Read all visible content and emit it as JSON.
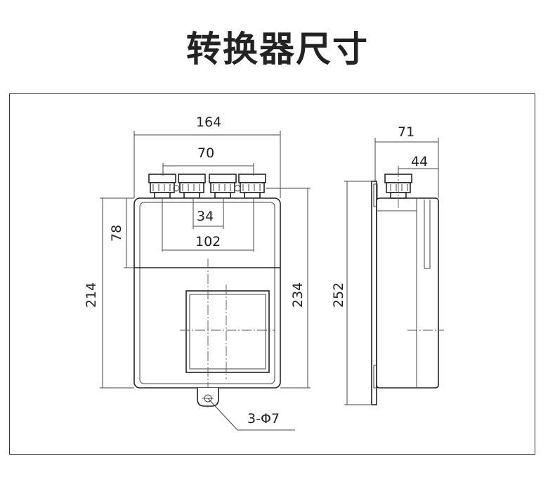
{
  "title": "转换器尺寸",
  "dimensions": {
    "top_width": "164",
    "gland_span": "70",
    "inner_span": "34",
    "hole_span": "102",
    "top_height": "78",
    "body_height": "214",
    "total_height": "234",
    "side_height": "252",
    "side_depth": "71",
    "gland_offset": "44",
    "mount_holes": "3-Φ7"
  }
}
